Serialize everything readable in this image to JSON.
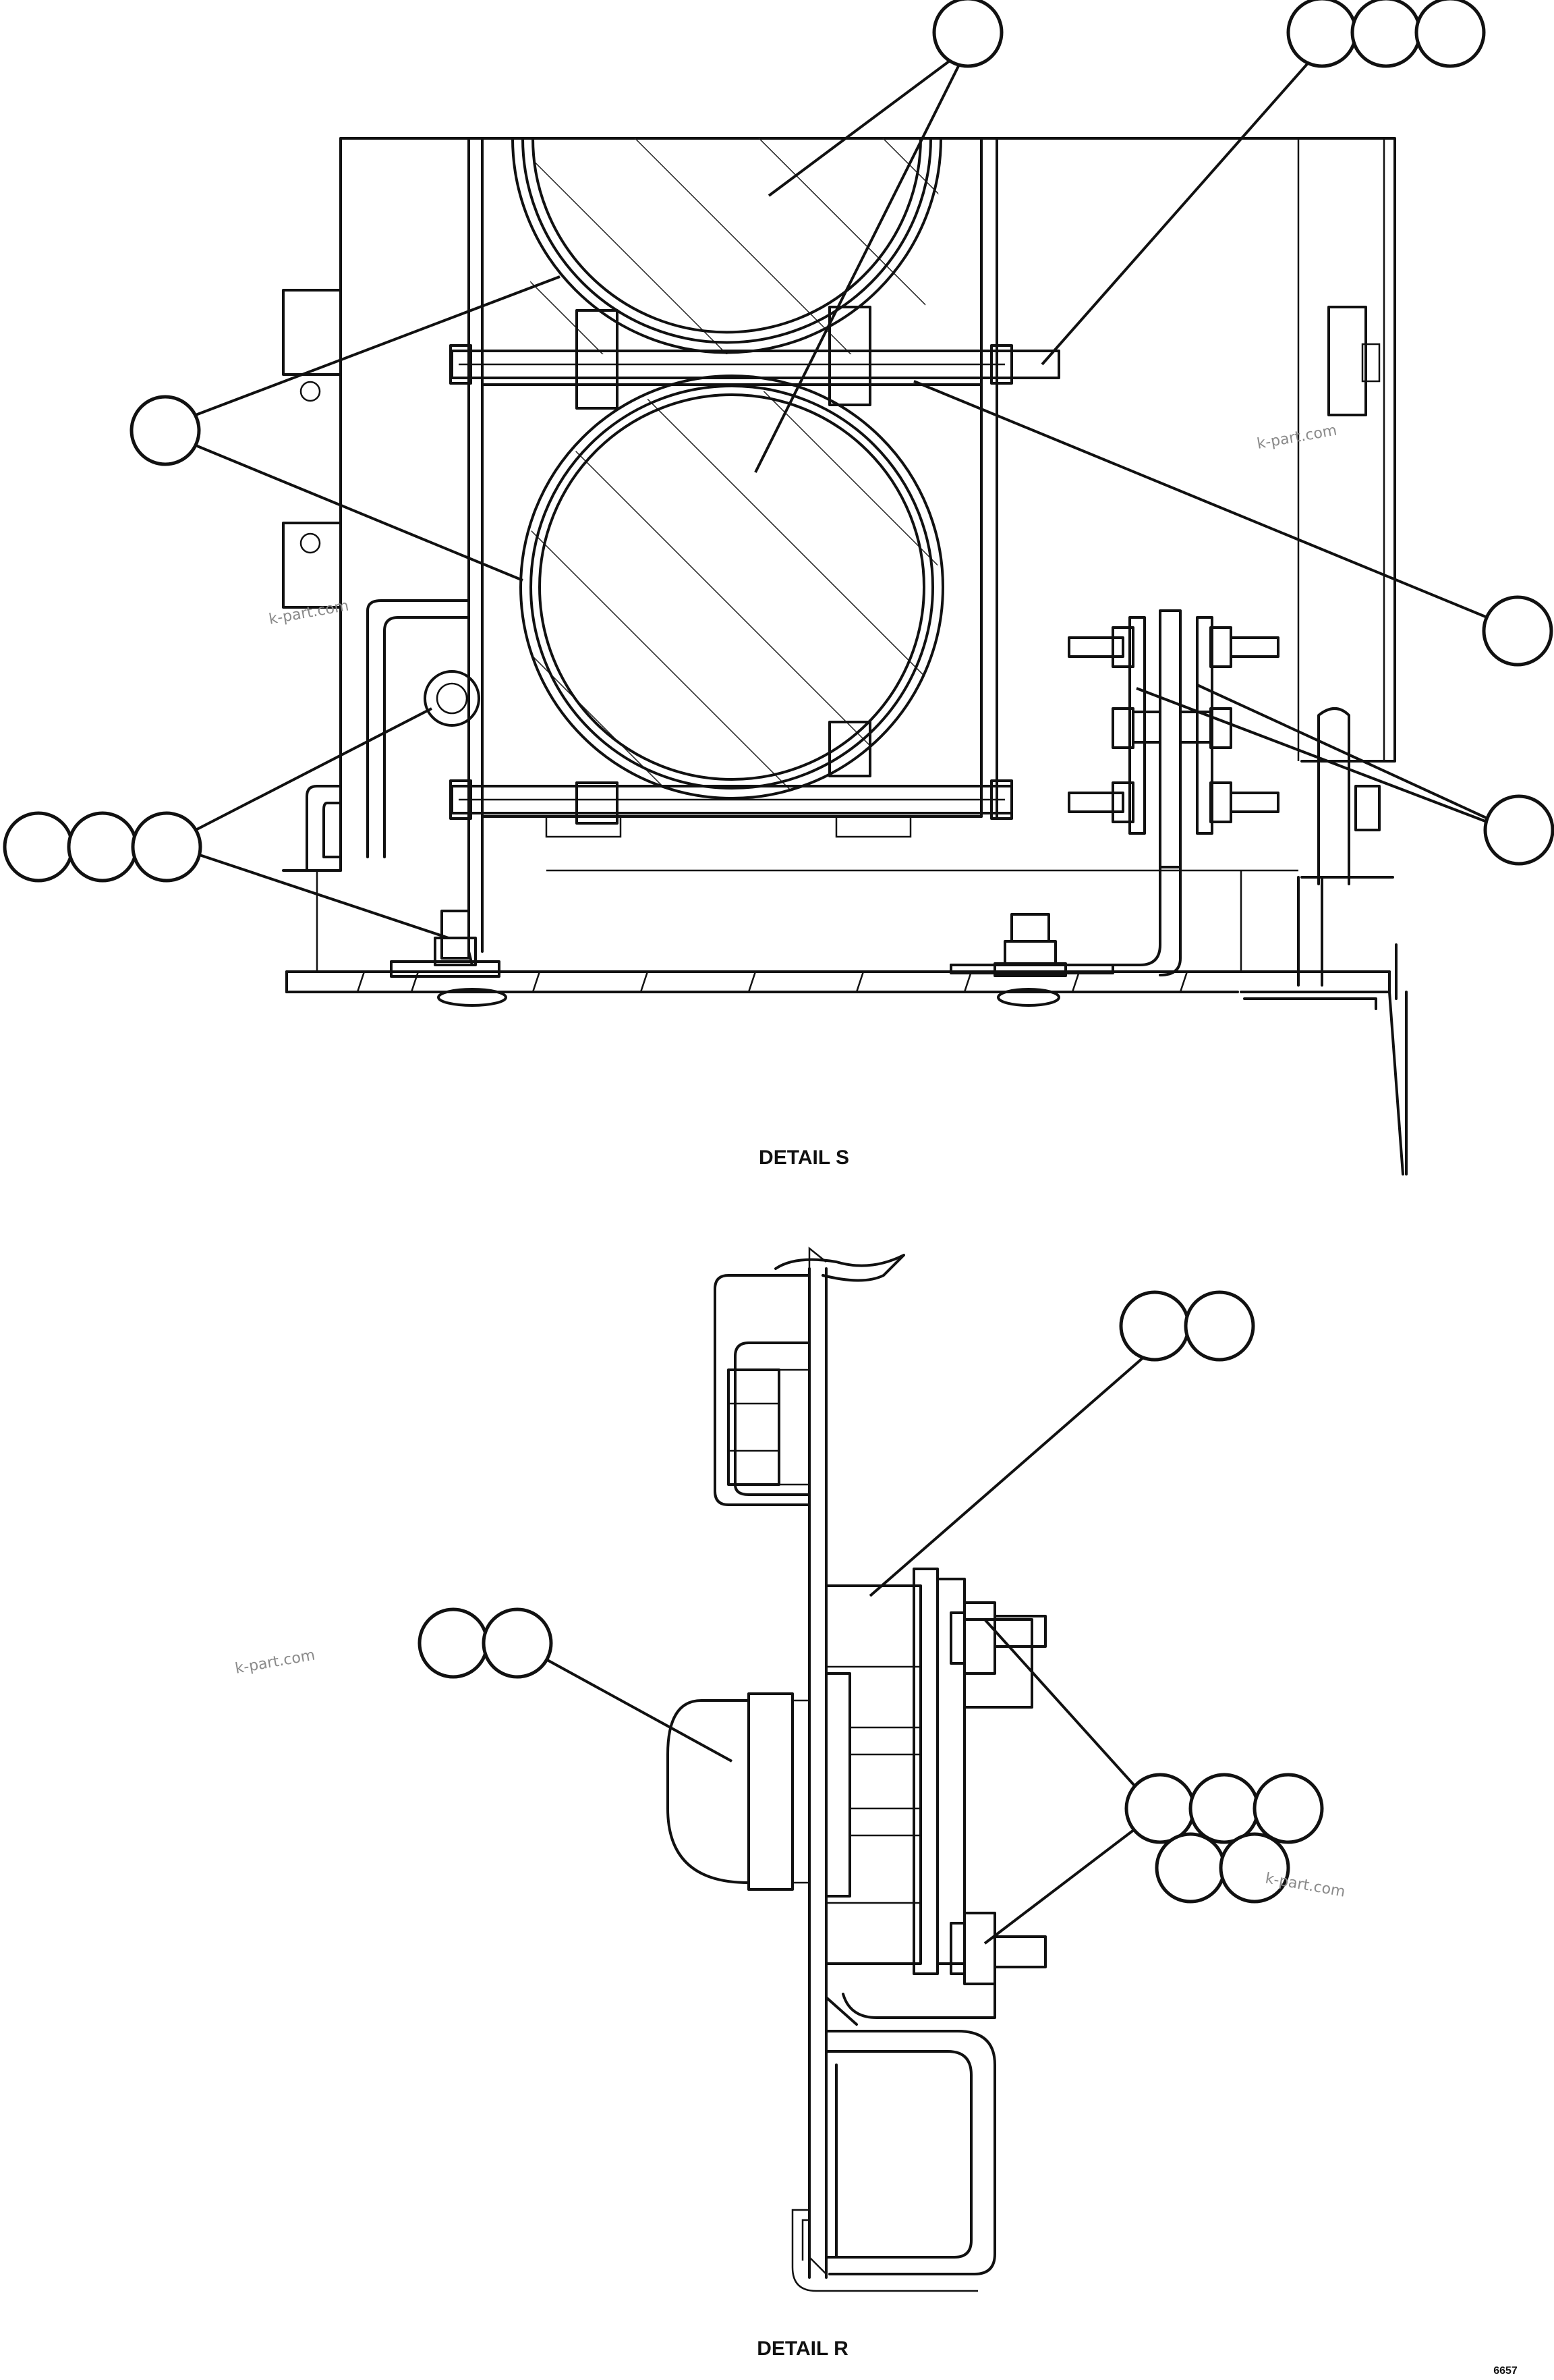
{
  "detail_s": {
    "title": "DETAIL S"
  },
  "detail_r": {
    "title": "DETAIL R"
  },
  "sheet_code": "6657",
  "watermarks": [
    "k-part.com",
    "k-part.com",
    "k-part.com",
    "k-part.com"
  ],
  "colors": {
    "line": "#111111",
    "background": "#ffffff",
    "watermark": "#8a8a8a"
  }
}
